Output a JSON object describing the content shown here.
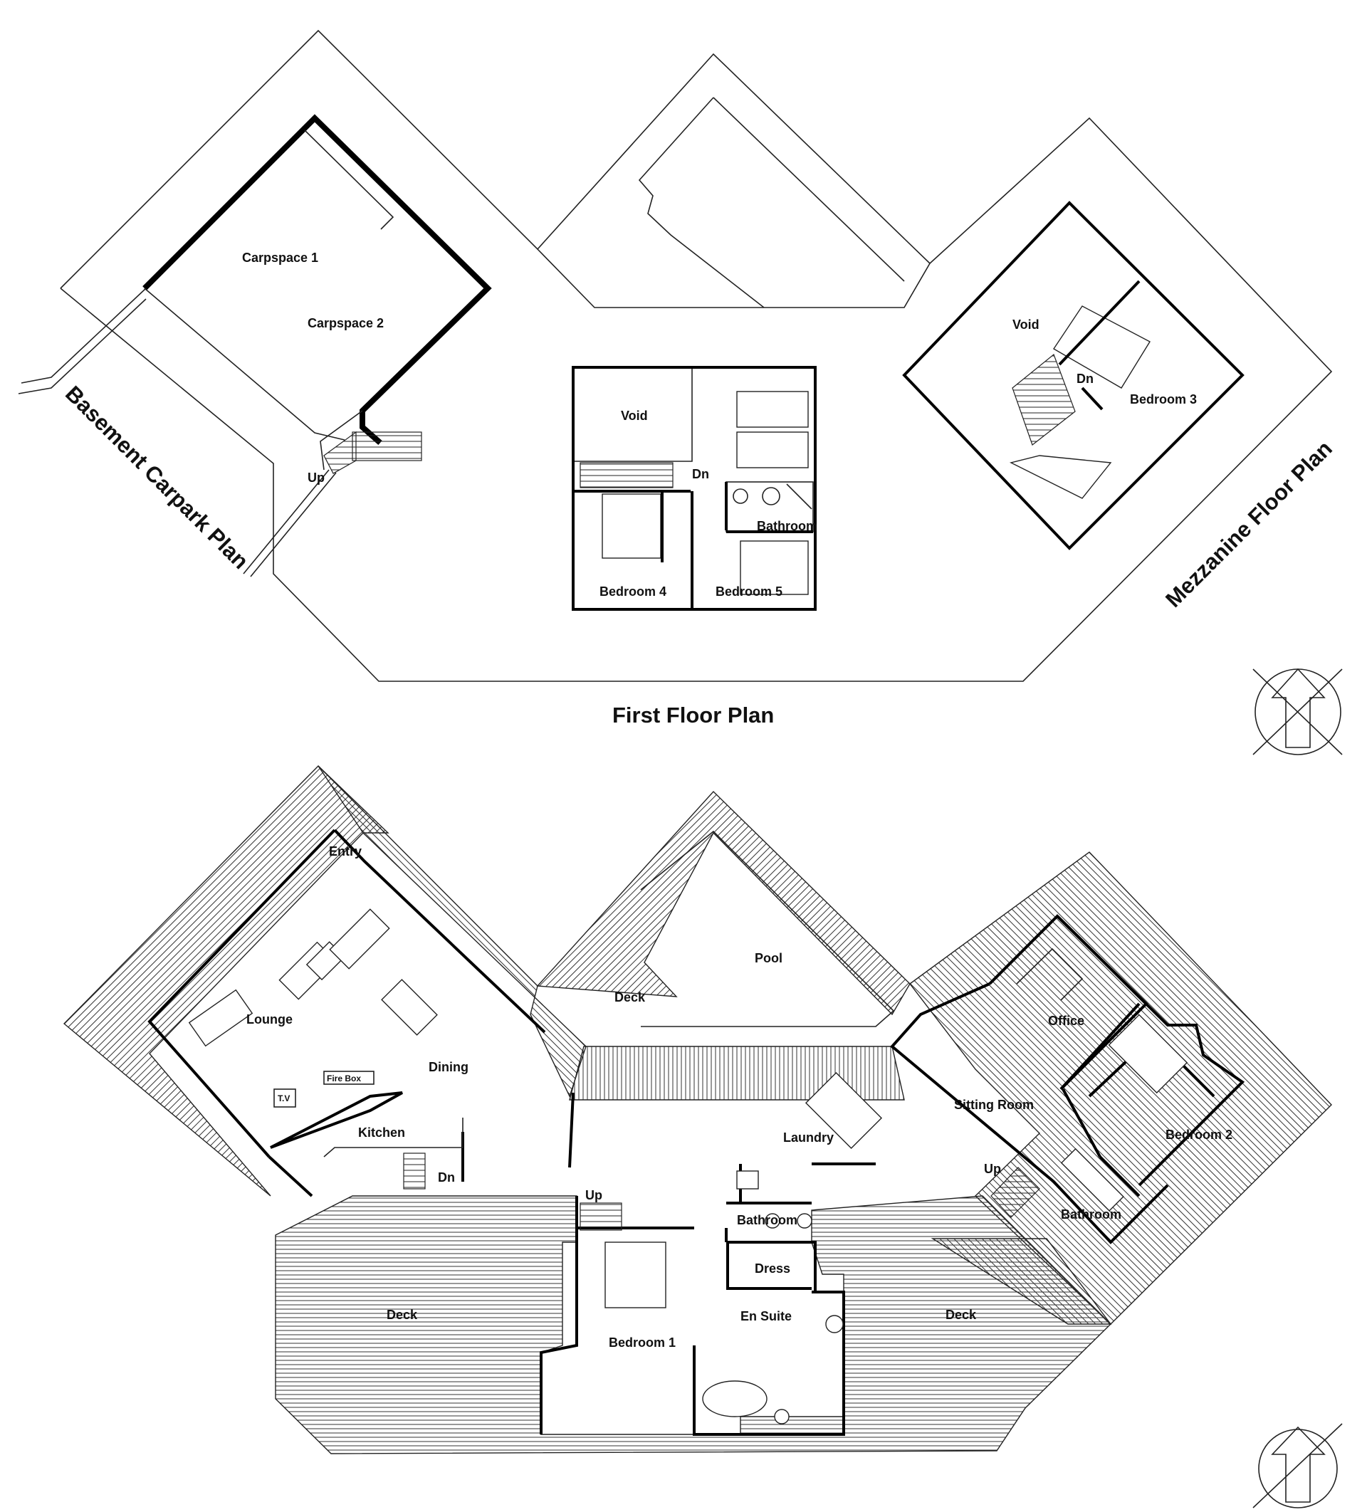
{
  "titles": {
    "basement": "Basement Carpark Plan",
    "first_floor": "First Floor Plan",
    "mezzanine": "Mezzanine Floor Plan"
  },
  "basement": {
    "carspace_1": "Carpspace 1",
    "carspace_2": "Carpspace 2",
    "up": "Up"
  },
  "first_floor": {
    "void": "Void",
    "dn": "Dn",
    "bathroom": "Bathroom",
    "bedroom_4": "Bedroom 4",
    "bedroom_5": "Bedroom 5"
  },
  "mezzanine": {
    "void": "Void",
    "dn": "Dn",
    "bedroom_3": "Bedroom 3"
  },
  "ground": {
    "entry": "Entry",
    "lounge": "Lounge",
    "dining": "Dining",
    "fire_box": "Fire Box",
    "tv": "T.V",
    "kitchen": "Kitchen",
    "dn": "Dn",
    "deck_pool": "Deck",
    "pool": "Pool",
    "laundry": "Laundry",
    "sitting_room": "Sitting Room",
    "office": "Office",
    "bedroom_2": "Bedroom 2",
    "up_right": "Up",
    "bathroom_right": "Bathroom",
    "up_center": "Up",
    "bathroom_center": "Bathroom",
    "dress": "Dress",
    "en_suite": "En Suite",
    "bedroom_1": "Bedroom 1",
    "deck_left": "Deck",
    "deck_right": "Deck"
  },
  "icons": [
    "north-arrow-icon",
    "north-arrow-icon"
  ]
}
